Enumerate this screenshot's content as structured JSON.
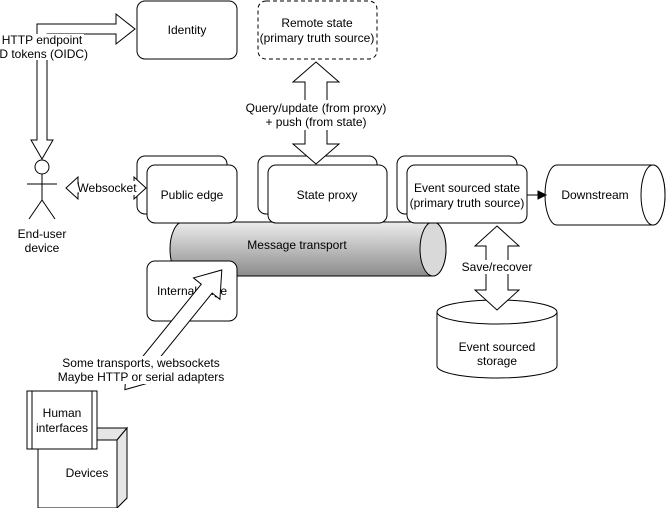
{
  "nodes": {
    "identity": "Identity",
    "remote_state_1": "Remote state",
    "remote_state_2": "(primary truth source)",
    "public_edge": "Public edge",
    "state_proxy": "State proxy",
    "event_state_1": "Event sourced state",
    "event_state_2": "(primary truth source)",
    "downstream": "Downstream",
    "message_transport": "Message transport",
    "internal_edge": "Internal edge",
    "event_storage_1": "Event sourced",
    "event_storage_2": "storage",
    "human_interfaces_1": "Human",
    "human_interfaces_2": "interfaces",
    "devices": "Devices",
    "end_user_1": "End-user",
    "end_user_2": "device"
  },
  "labels": {
    "http_1": "HTTP endpoint",
    "http_2": "ID tokens (OIDC)",
    "websocket": "Websocket",
    "query_1": "Query/update (from proxy)",
    "query_2": "+ push (from state)",
    "save_recover": "Save/recover",
    "transports_1": "Some transports, websockets",
    "transports_2": "Maybe HTTP or serial adapters"
  }
}
